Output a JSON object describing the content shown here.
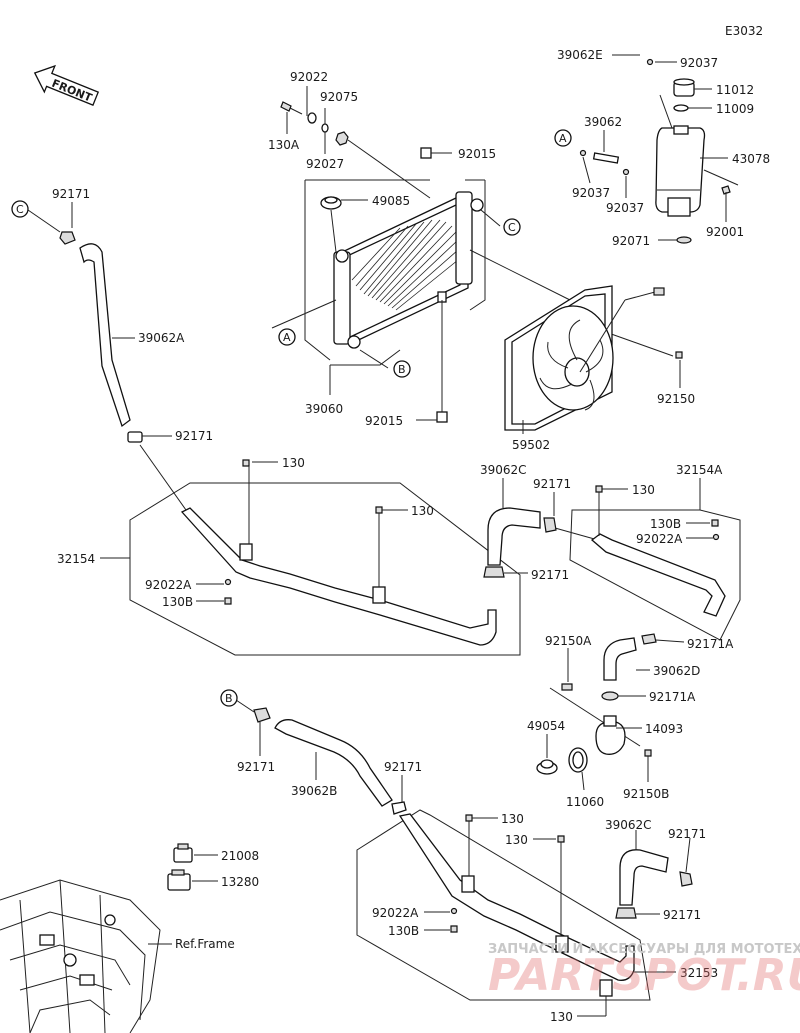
{
  "diagram_code": "E3032",
  "front_label": "FRONT",
  "callouts": {
    "a": "A",
    "b": "B",
    "c": "C"
  },
  "labels": {
    "p39062E": "39062E",
    "p92037a": "92037",
    "p11012": "11012",
    "p11009": "11009",
    "p39062": "39062",
    "p43078": "43078",
    "p92037b": "92037",
    "p92037c": "92037",
    "p92001": "92001",
    "p92071": "92071",
    "p92022": "92022",
    "p92075": "92075",
    "p130A": "130A",
    "p92027": "92027",
    "p92015a": "92015",
    "p49085": "49085",
    "p39060": "39060",
    "p92015b": "92015",
    "p92150": "92150",
    "p59502": "59502",
    "p92171a": "92171",
    "p39062A": "39062A",
    "p92171b": "92171",
    "p130a": "130",
    "p130b": "130",
    "p32154": "32154",
    "p92022Aa": "92022A",
    "p130Ba": "130B",
    "p39062C": "39062C",
    "p92171c": "92171",
    "p92171d": "92171",
    "p130c": "130",
    "p32154A": "32154A",
    "p130Bb": "130B",
    "p92022Ab": "92022A",
    "p92171A": "92171A",
    "p92150A": "92150A",
    "p39062D": "39062D",
    "p92171Ab": "92171A",
    "p49054": "49054",
    "p14093": "14093",
    "p11060": "11060",
    "p92150B": "92150B",
    "p92171e": "92171",
    "p39062B": "39062B",
    "p92171f": "92171",
    "p130d": "130",
    "p130e": "130",
    "p39062Cb": "39062C",
    "p92171g": "92171",
    "p92171h": "92171",
    "p92022Ac": "92022A",
    "p130Bc": "130B",
    "p32153": "32153",
    "p130f": "130",
    "p21008": "21008",
    "p13280": "13280",
    "pRefFrame": "Ref.Frame"
  },
  "watermark": {
    "line1": "ЗАПЧАСТИ И АКСЕССУАРЫ ДЛЯ МОТОТЕХНИКИ",
    "line2": "PARTSPOT.RU"
  }
}
